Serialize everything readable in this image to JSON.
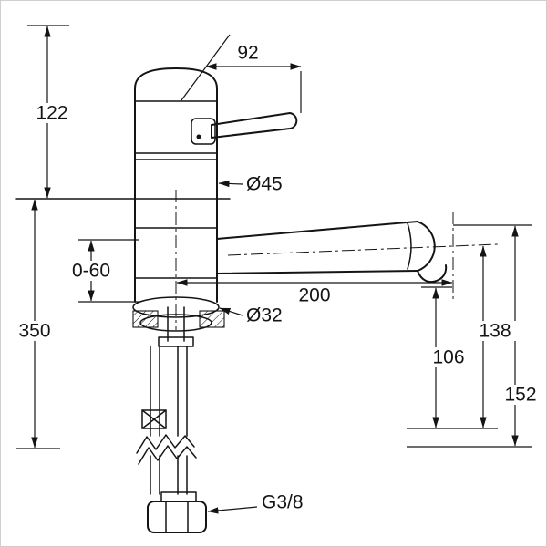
{
  "drawing": {
    "kind": "faucet-installation-dimension-drawing",
    "dimensions": {
      "body_height": "122",
      "lever_projection": "92",
      "body_diameter": "Ø45",
      "mounting_thickness_range": "0-60",
      "below_deck_length": "350",
      "mounting_hole_diameter": "Ø32",
      "spout_projection": "200",
      "spout_axis_height": "138",
      "outlet_clearance": "106",
      "overall_spout_height": "152",
      "connection_thread": "G3/8"
    }
  }
}
